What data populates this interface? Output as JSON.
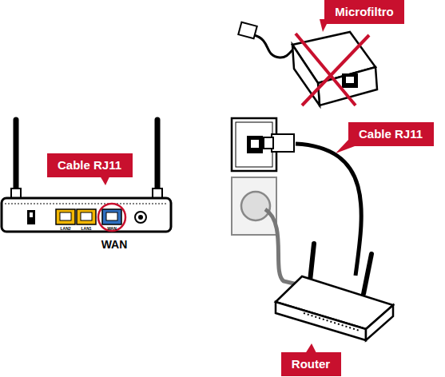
{
  "diagram": {
    "nodes": [
      {
        "text": [
          "Microfiltro"
        ]
      },
      {
        "text": [
          "Cable RJ11"
        ]
      },
      {
        "text": [
          "Cable RJ11"
        ]
      },
      {
        "text": [
          "Router"
        ]
      }
    ],
    "labels": [
      "LAN2",
      "LAN1",
      "WAN",
      "WAN"
    ]
  }
}
